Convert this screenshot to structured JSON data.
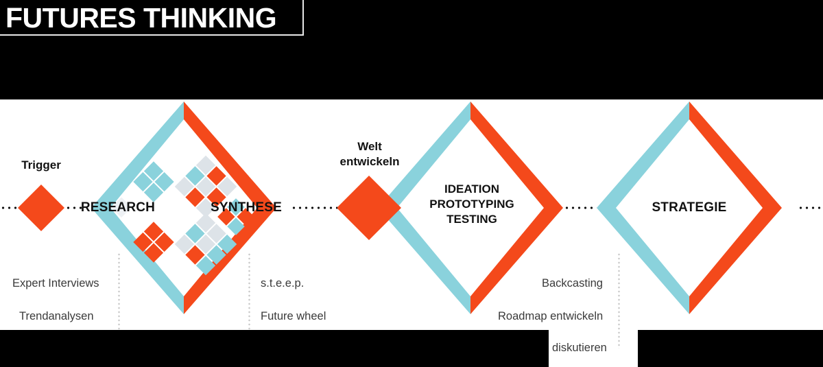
{
  "header": {
    "title": "FUTURES THINKING"
  },
  "colors": {
    "background": "#000000",
    "panel": "#ffffff",
    "orange": "#f4491b",
    "blue": "#8ad2dc",
    "light_grey": "#dde3e8",
    "text": "#111111",
    "method_text": "#3a3a3a"
  },
  "nodes": [
    {
      "name": "trigger",
      "label": "Trigger"
    },
    {
      "name": "welt-entwickeln",
      "label": "Welt\nentwickeln",
      "line1": "Welt",
      "line2": "entwickeln"
    }
  ],
  "stages": [
    {
      "id": "research",
      "label": "RESEARCH"
    },
    {
      "id": "synthese",
      "label": "SYNTHESE"
    },
    {
      "id": "ideation",
      "label": "IDEATION PROTOTYPING TESTING",
      "line1": "IDEATION",
      "line2": "PROTOTYPING",
      "line3": "TESTING"
    },
    {
      "id": "strategie",
      "label": "STRATEGIE"
    }
  ],
  "methods": {
    "research": [
      "Expert Interviews",
      "Trendanalysen"
    ],
    "synthese": [
      "s.t.e.e.p.",
      "Future wheel"
    ],
    "ideation": [
      "Backcasting",
      "Roadmap entwickeln",
      "diskutieren"
    ]
  },
  "diagram_data": {
    "type": "process-diagram",
    "flow_direction": "left-to-right",
    "shape": "double-diamond",
    "phase_count": 4,
    "connector_style": "dotted",
    "diamond_left_half_color": "#8ad2dc",
    "diamond_right_half_color": "#f4491b",
    "decorative_clusters": [
      {
        "position": "research-upper",
        "grid": "2x2",
        "colors": [
          "#8ad2dc"
        ]
      },
      {
        "position": "research-lower",
        "grid": "2x2",
        "colors": [
          "#f4491b"
        ]
      },
      {
        "position": "synthese-upper",
        "grid": "3x3",
        "colors": [
          "#f4491b",
          "#dde3e8",
          "#8ad2dc"
        ]
      },
      {
        "position": "synthese-lower",
        "grid": "3x3",
        "colors": [
          "#8ad2dc",
          "#dde3e8",
          "#f4491b"
        ]
      },
      {
        "position": "synthese-center",
        "grid": "2x2",
        "colors": [
          "#f4491b",
          "#8ad2dc"
        ]
      }
    ]
  }
}
